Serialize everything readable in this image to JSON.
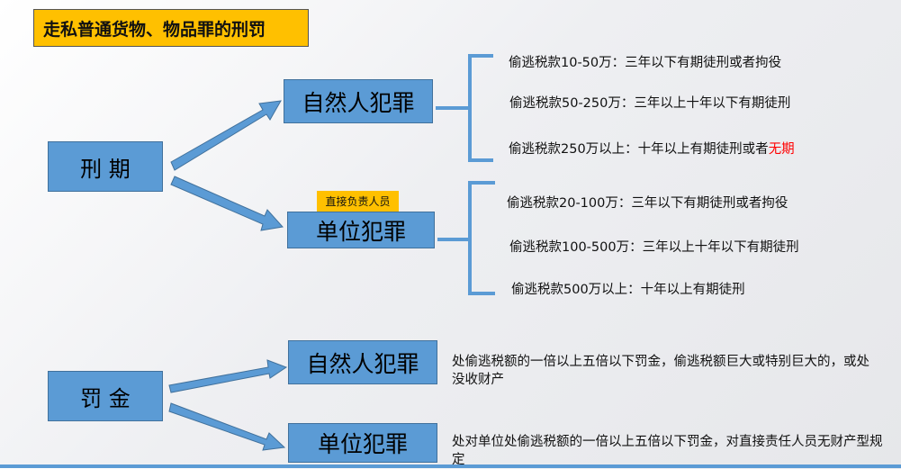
{
  "title": "走私普通货物、物品罪的刑罚",
  "prison": {
    "label": "刑 期",
    "natural_person": {
      "label": "自然人犯罪",
      "items": [
        {
          "text": "偷逃税款10-50万：三年以下有期徒刑或者拘役"
        },
        {
          "text": "偷逃税款50-250万：三年以上十年以下有期徒刑"
        },
        {
          "text": "偷逃税款250万以上：十年以上有期徒刑或者",
          "highlight": "无期"
        }
      ]
    },
    "unit": {
      "label": "单位犯罪",
      "tag": "直接负责人员",
      "items": [
        {
          "text": "偷逃税款20-100万：三年以下有期徒刑或者拘役"
        },
        {
          "text": "偷逃税款100-500万：三年以上十年以下有期徒刑"
        },
        {
          "text": "偷逃税款500万以上：十年以上有期徒刑"
        }
      ]
    }
  },
  "fine": {
    "label": "罚 金",
    "natural_person": {
      "label": "自然人犯罪",
      "text": "处偷逃税额的一倍以上五倍以下罚金，偷逃税额巨大或特别巨大的，或处没收财产"
    },
    "unit": {
      "label": "单位犯罪",
      "text": "处对单位处偷逃税额的一倍以上五倍以下罚金，对直接责任人员无财产型规定"
    }
  },
  "colors": {
    "box": "#5B9BD5",
    "title": "#FFC000",
    "highlight": "#FF0000"
  }
}
